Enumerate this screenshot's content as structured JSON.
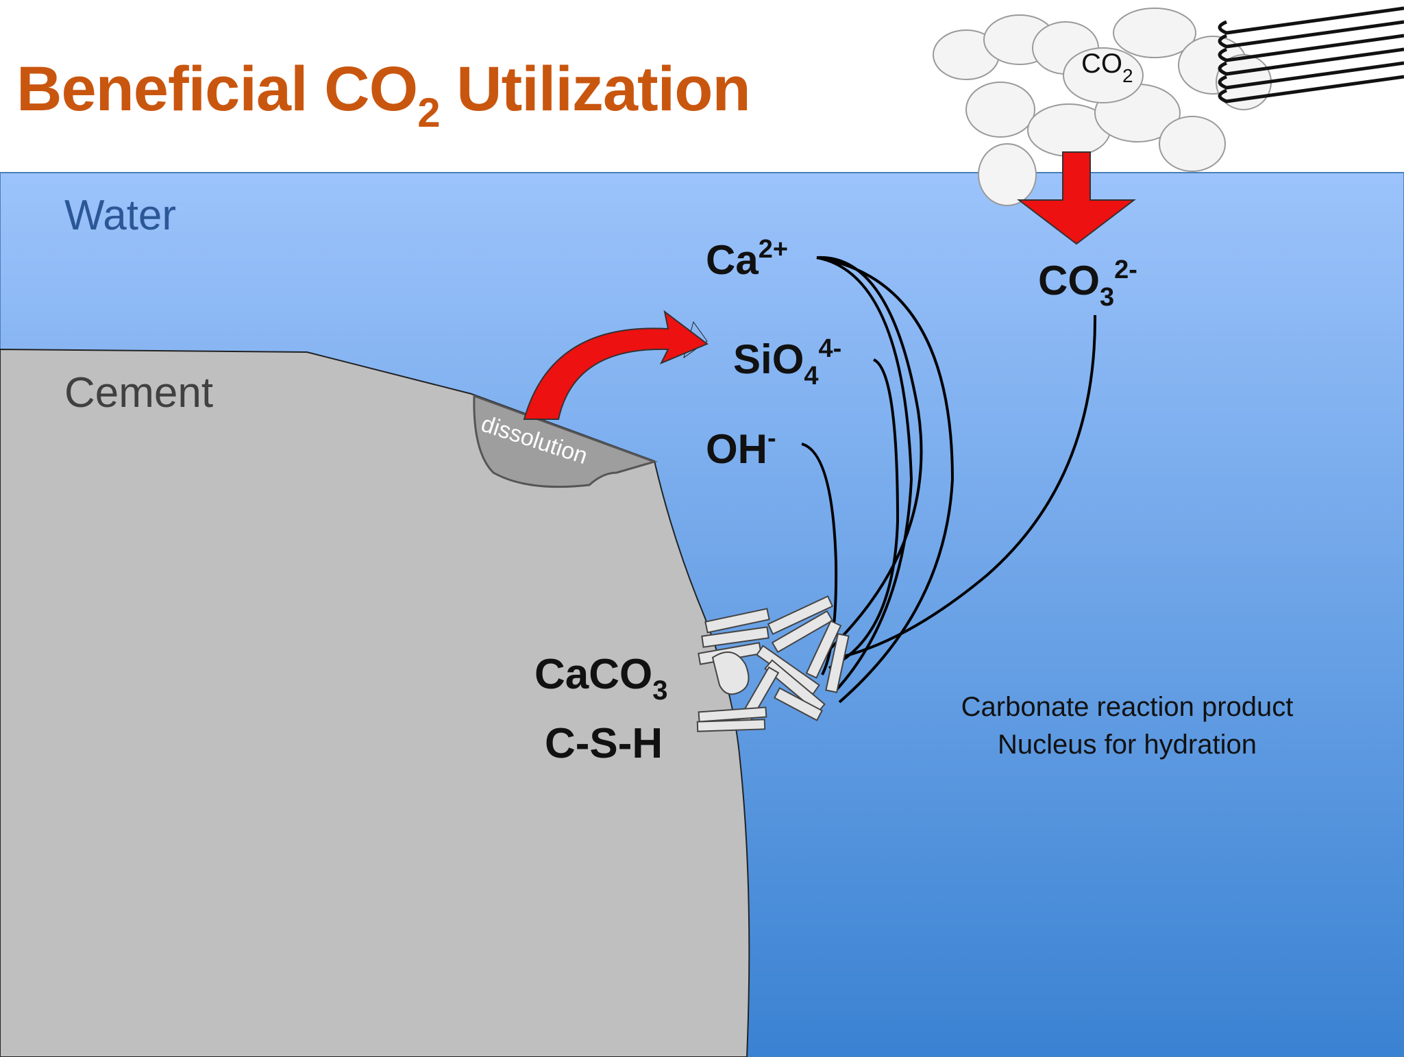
{
  "title": {
    "main": "Beneficial CO",
    "subscript": "2",
    "rest": " Utilization"
  },
  "regions": {
    "water": "Water",
    "cement": "Cement"
  },
  "cloud_label": {
    "base": "CO",
    "subscript": "2"
  },
  "dissolution_label": "dissolution",
  "ions": {
    "calcium": {
      "base": "Ca",
      "sup": "2+"
    },
    "silicate": {
      "base": "SiO",
      "sub": "4",
      "sup": "4-"
    },
    "hydroxide": {
      "base": "OH",
      "sup": "-"
    },
    "carbonate": {
      "base": "CO",
      "sub": "3",
      "sup": "2-"
    }
  },
  "products": {
    "caco3": {
      "base": "CaCO",
      "sub": "3"
    },
    "csh": "C-S-H"
  },
  "notes": {
    "line1": "Carbonate reaction product",
    "line2": "Nucleus for hydration"
  },
  "colors": {
    "title": "#c9560f",
    "water_top": "#9cc3fb",
    "water_bottom": "#3a82d2",
    "cement": "#bfbfbf",
    "arrow": "#ee1111",
    "water_label": "#2b5797",
    "cement_label": "#404040"
  }
}
